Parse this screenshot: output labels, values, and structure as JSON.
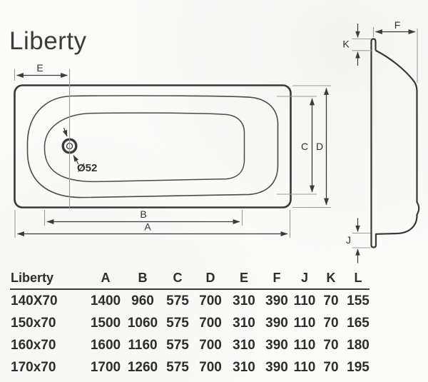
{
  "title": "Liberty",
  "drawing": {
    "top_view": {
      "dim_labels": {
        "e": "E",
        "c": "C",
        "d": "D",
        "b": "B",
        "a": "A"
      },
      "drain_diameter_label": "Ø52"
    },
    "side_view": {
      "dim_labels": {
        "f": "F",
        "k": "K",
        "j": "J"
      }
    }
  },
  "table": {
    "model_header": "Liberty",
    "columns": [
      "A",
      "B",
      "C",
      "D",
      "E",
      "F",
      "J",
      "K",
      "L"
    ],
    "rows": [
      {
        "model": "140X70",
        "values": [
          "1400",
          "960",
          "575",
          "700",
          "310",
          "390",
          "110",
          "70",
          "155"
        ]
      },
      {
        "model": "150x70",
        "values": [
          "1500",
          "1060",
          "575",
          "700",
          "310",
          "390",
          "110",
          "70",
          "165"
        ]
      },
      {
        "model": "160x70",
        "values": [
          "1600",
          "1160",
          "575",
          "700",
          "310",
          "390",
          "110",
          "70",
          "180"
        ]
      },
      {
        "model": "170x70",
        "values": [
          "1700",
          "1260",
          "575",
          "700",
          "310",
          "390",
          "110",
          "70",
          "195"
        ]
      }
    ]
  },
  "colors": {
    "line_dark": "#3a3a3a",
    "line_contour": "#4a4a4a",
    "line_extension": "#9c9c9c",
    "text": "#2d2d2d",
    "background": "#fbfbfa"
  }
}
